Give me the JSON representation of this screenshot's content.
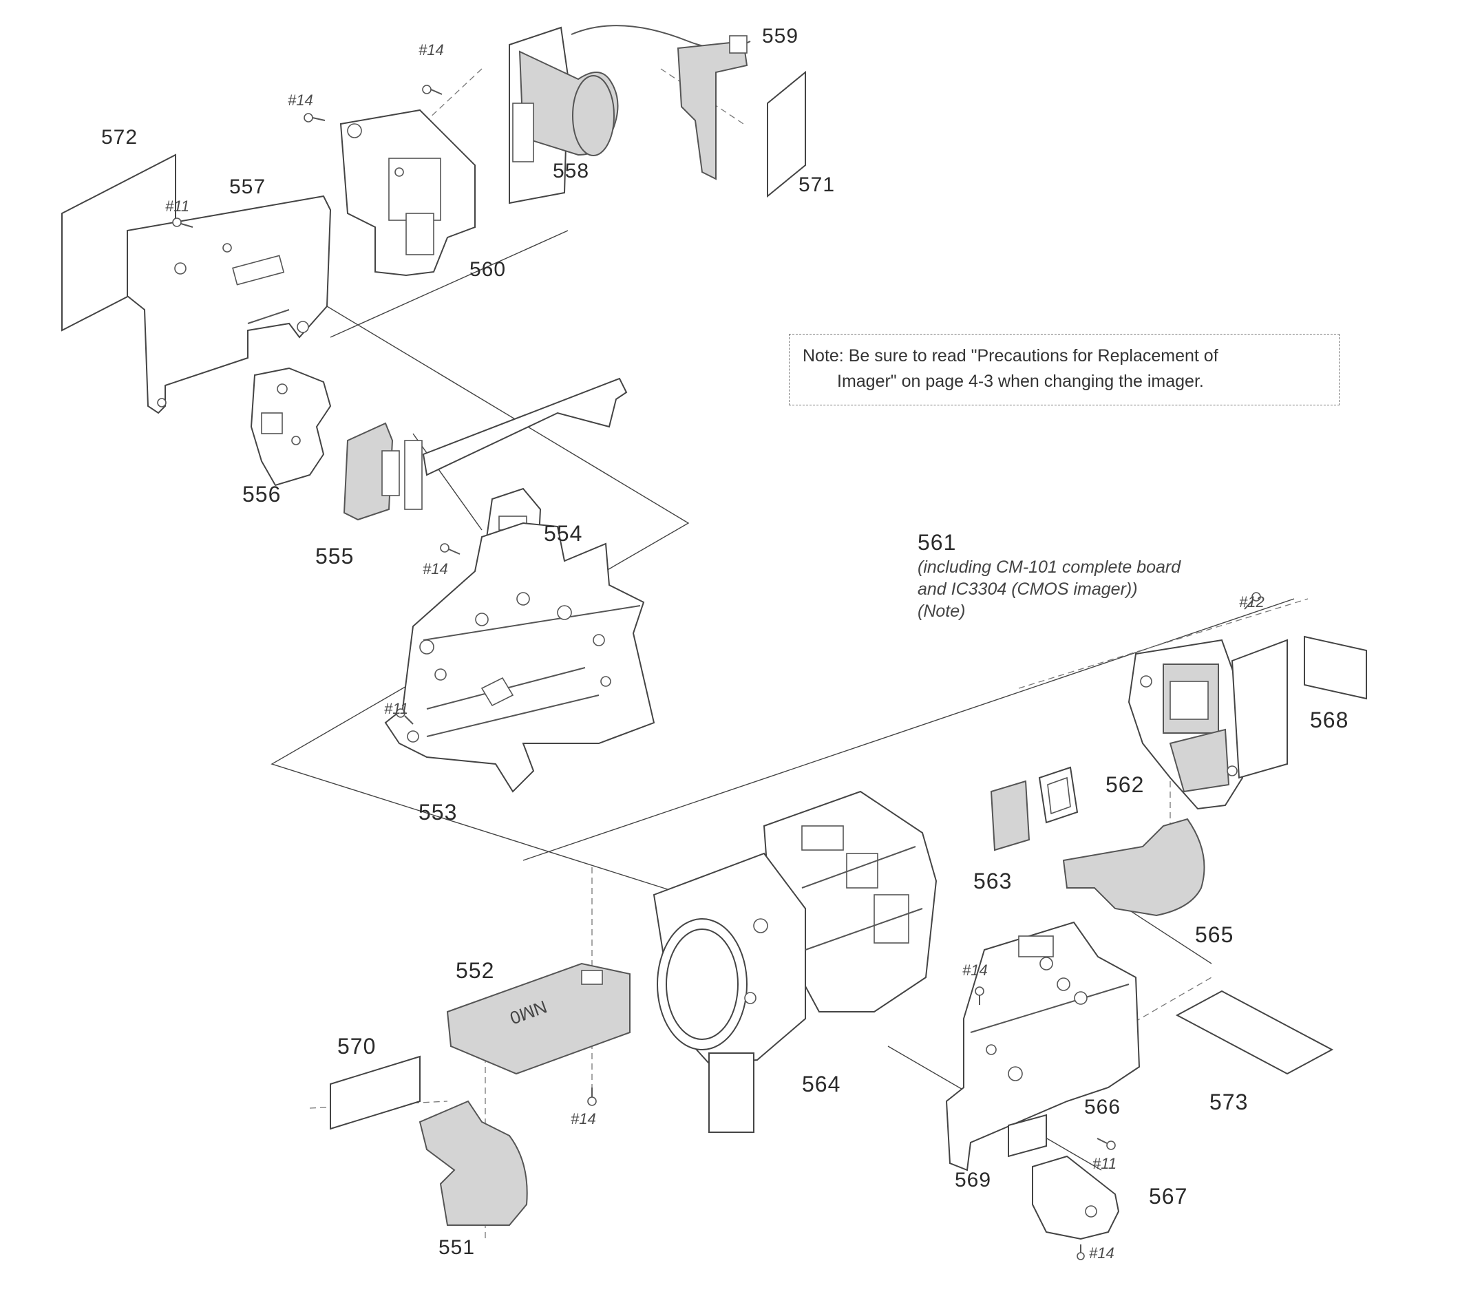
{
  "diagram": {
    "part_labels": {
      "p551": "551",
      "p552": "552",
      "p553": "553",
      "p554": "554",
      "p555": "555",
      "p556": "556",
      "p557": "557",
      "p558": "558",
      "p559": "559",
      "p560": "560",
      "p561": "561",
      "p562": "562",
      "p563": "563",
      "p564": "564",
      "p565": "565",
      "p566": "566",
      "p567": "567",
      "p568": "568",
      "p569": "569",
      "p570": "570",
      "p571": "571",
      "p572": "572",
      "p573": "573"
    },
    "screw_labels": {
      "s14_a": "#14",
      "s14_b": "#14",
      "s11_a": "#11",
      "s14_c": "#14",
      "s12": "#12",
      "s11_b": "#11",
      "s14_d": "#14",
      "s11_c": "#11",
      "s14_e": "#14"
    },
    "part_561_caption": {
      "line1": "(including CM-101 complete board",
      "line2": "and IC3304 (CMOS imager))",
      "line3": "(Note)"
    },
    "note": {
      "line1": "Note: Be sure to read \"Precautions for Replacement of",
      "line2": "Imager\" on page 4-3 when changing the imager."
    },
    "board_marking": "NM0"
  }
}
